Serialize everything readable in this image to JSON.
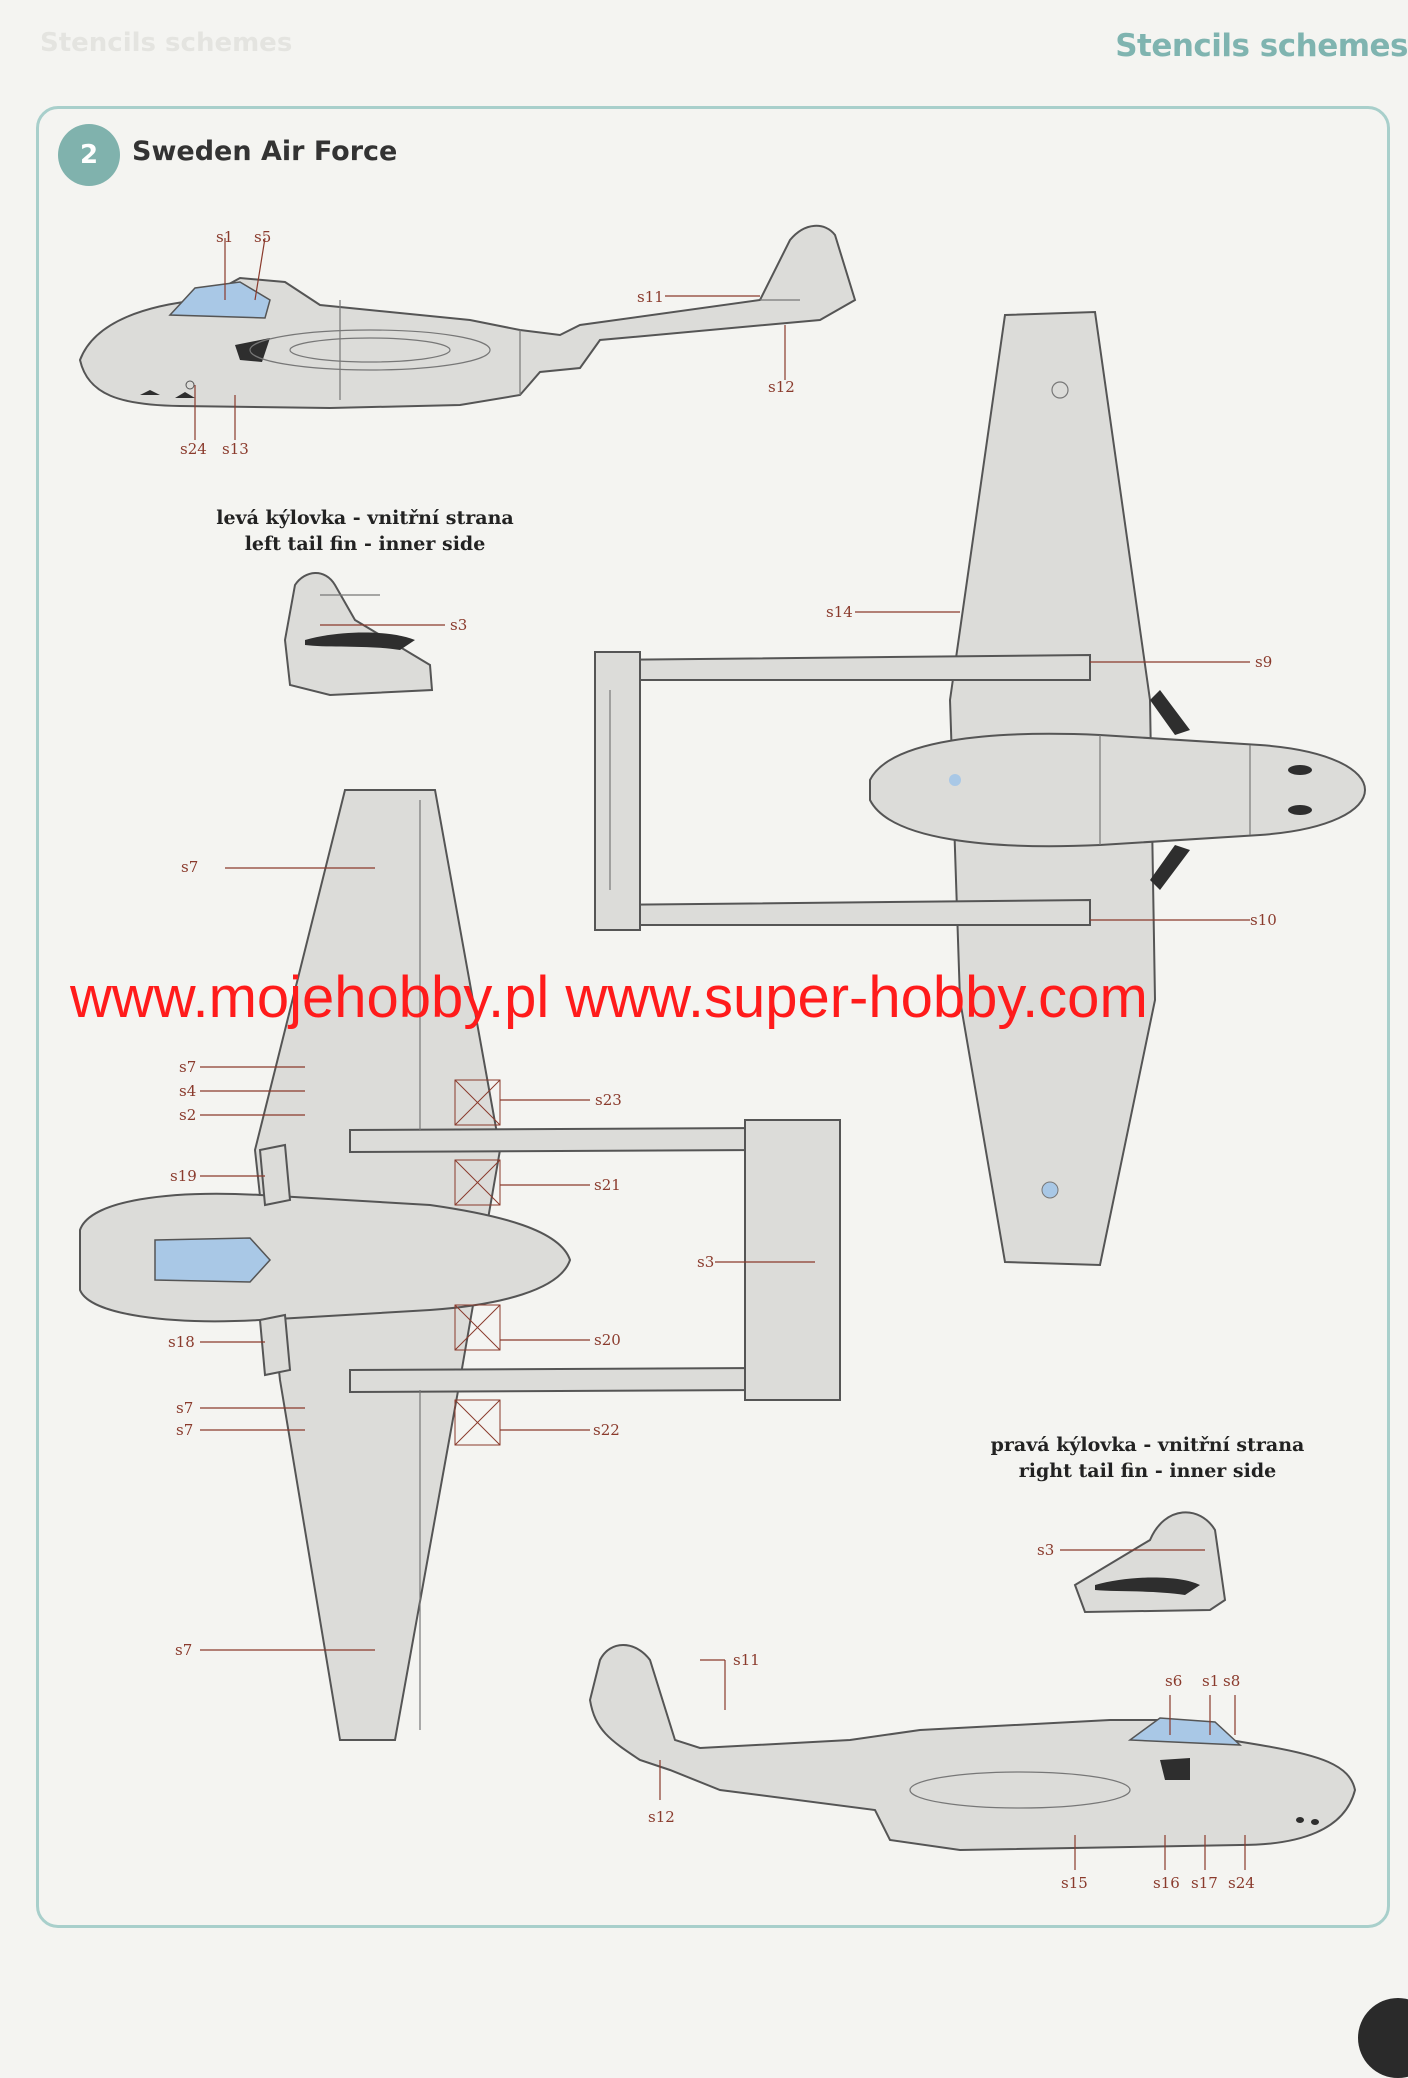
{
  "header": {
    "section": "Stencils schemes"
  },
  "scheme": {
    "number": "2",
    "title": "Sweden Air Force"
  },
  "captions": {
    "left_fin_cz": "levá kýlovka - vnitřní strana",
    "left_fin_en": "left tail fin - inner side",
    "right_fin_cz": "pravá kýlovka - vnitřní strana",
    "right_fin_en": "right tail fin - inner side"
  },
  "watermark": "www.mojehobby.pl www.super-hobby.com",
  "labels": {
    "s1_a": "s1",
    "s5": "s5",
    "s11_a": "s11",
    "s12_a": "s12",
    "s24_a": "s24",
    "s13": "s13",
    "s3_a": "s3",
    "s14": "s14",
    "s9": "s9",
    "s10": "s10",
    "s7_a": "s7",
    "s7_b": "s7",
    "s4": "s4",
    "s2": "s2",
    "s19": "s19",
    "s23": "s23",
    "s21": "s21",
    "s3_b": "s3",
    "s18": "s18",
    "s20": "s20",
    "s7_c": "s7",
    "s7_d": "s7",
    "s22": "s22",
    "s7_e": "s7",
    "s3_c": "s3",
    "s11_b": "s11",
    "s6": "s6",
    "s1_b": "s1",
    "s8": "s8",
    "s12_b": "s12",
    "s15": "s15",
    "s16": "s16",
    "s17": "s17",
    "s24_b": "s24"
  }
}
